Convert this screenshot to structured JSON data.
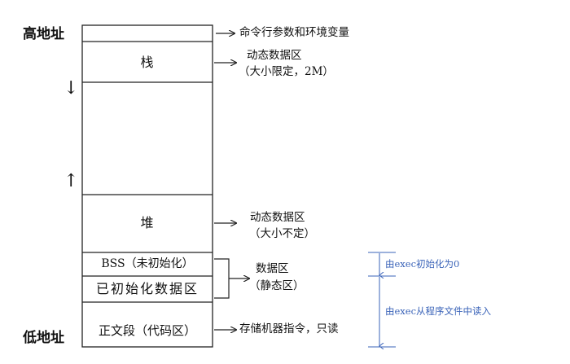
{
  "addresses": {
    "high": "高地址",
    "low": "低地址"
  },
  "segments": {
    "stack": "栈",
    "heap": "堆",
    "bss": "BSS（未初始化）",
    "data": "已初始化数据区",
    "text": "正文段（代码区）"
  },
  "arrows": {
    "stack_grows": "↓",
    "heap_grows": "↑"
  },
  "annotations": {
    "args_env": "命令行参数和环境变量",
    "stack_line1": "动态数据区",
    "stack_line2": "（大小限定，2M）",
    "heap_line1": "动态数据区",
    "heap_line2": "（大小不定）",
    "data_line1": "数据区",
    "data_line2": "（静态区）",
    "text_desc": "存储机器指令，只读"
  },
  "exec_notes": {
    "bss_note": "由exec初始化为0",
    "file_note": "由exec从程序文件中读入"
  },
  "colors": {
    "line": "#222222",
    "exec_note": "#3a63b8"
  }
}
